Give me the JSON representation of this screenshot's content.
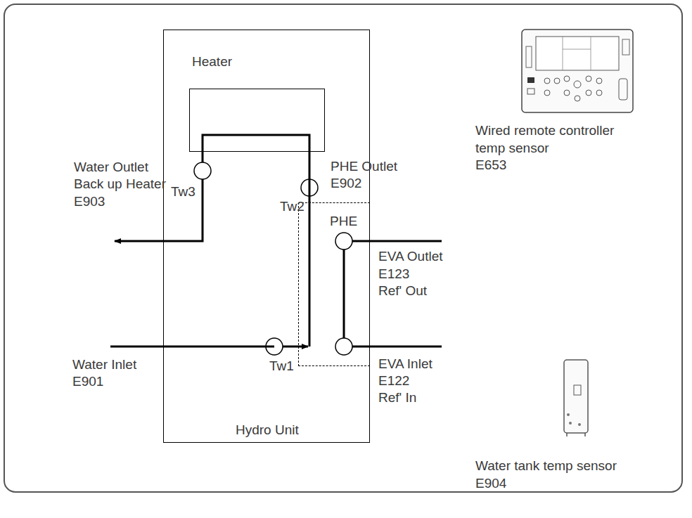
{
  "diagram": {
    "nodes": [
      {
        "text": [
          "Hydro Unit"
        ]
      },
      {
        "text": [
          "Heater"
        ],
        "in": 0
      },
      {
        "text": [
          "PHE"
        ],
        "in": 0
      }
    ],
    "edges": [
      {
        "from": 2,
        "to": 1,
        "arrow": "none"
      }
    ],
    "labels": [
      "Water Outlet",
      "Back up Heater",
      "E903",
      "Tw3",
      "Tw2",
      "PHE Outlet",
      "E902",
      "EVA Outlet",
      "E123",
      "Ref' Out",
      "Water Inlet",
      "E901",
      "Tw1",
      "EVA Inlet",
      "E122",
      "Ref' In",
      "Wired remote controller",
      "temp sensor",
      "E653",
      "Water tank temp sensor",
      "E904"
    ]
  }
}
